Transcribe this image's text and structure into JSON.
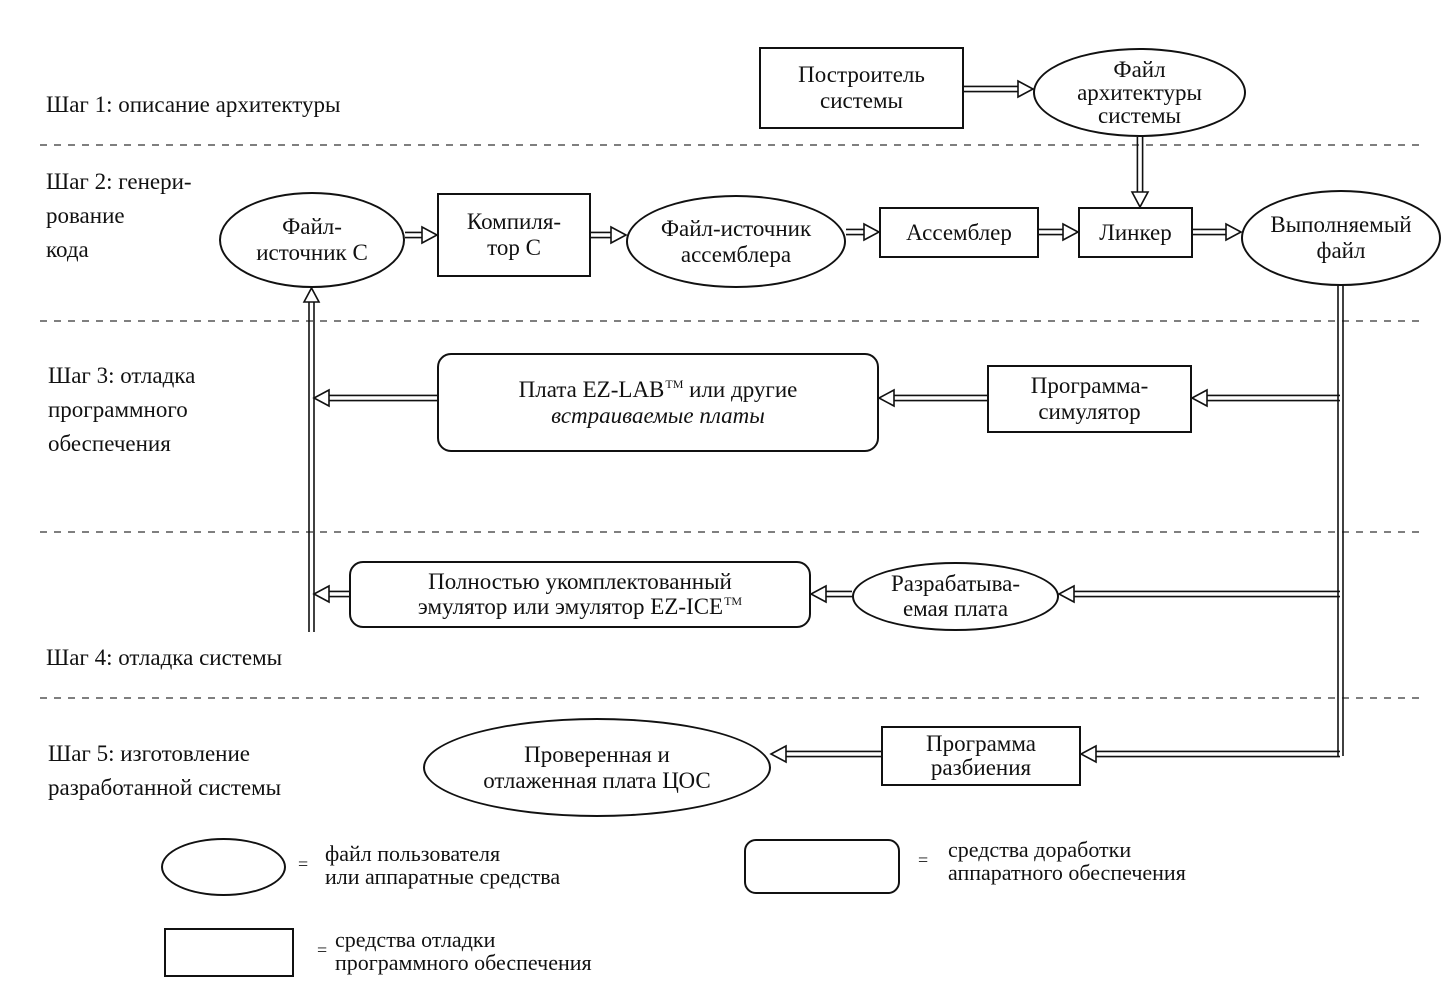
{
  "steps": {
    "step1": "Шаг 1: описание архитектуры",
    "step2_l1": "Шаг 2: генери-",
    "step2_l2": "рование",
    "step2_l3": "кода",
    "step3_l1": "Шаг 3: отладка",
    "step3_l2": "программного",
    "step3_l3": "обеспечения",
    "step4": "Шаг 4: отладка системы",
    "step5_l1": "Шаг 5: изготовление",
    "step5_l2": "разработанной системы"
  },
  "nodes": {
    "system_builder": [
      "Построитель",
      "системы"
    ],
    "arch_file": [
      "Файл",
      "архитектуры",
      "системы"
    ],
    "c_source": [
      "Файл-",
      "источник С"
    ],
    "c_compiler": [
      "Компиля-",
      "тор С"
    ],
    "asm_source": [
      "Файл-источник",
      "ассемблера"
    ],
    "assembler": "Ассемблер",
    "linker": "Линкер",
    "executable": [
      "Выполняемый",
      "файл"
    ],
    "ezlab_board_l1": "Плата EZ-LAB",
    "ezlab_board_l1_tail": " или другие",
    "ezlab_board_l2": "встраиваемые платы",
    "simulator": [
      "Программа-",
      "симулятор"
    ],
    "emulator_l1": "Полностью укомплектованный",
    "emulator_l2": "эмулятор или эмулятор EZ-ICE",
    "target_board": [
      "Разрабатыва-",
      "емая плата"
    ],
    "splitter": [
      "Программа",
      "разбиения"
    ],
    "dsp_board": [
      "Проверенная и",
      "отлаженная плата ЦОС"
    ],
    "tm": "TM"
  },
  "legend": {
    "ellipse_eq": "=",
    "ellipse_text": [
      "файл пользователя",
      "или аппаратные средства"
    ],
    "rounded_eq": "=",
    "rounded_text": [
      "средства доработки",
      "аппаратного обеспечения"
    ],
    "rect_eq": "=",
    "rect_text": [
      "средства отладки",
      "программного обеспечения"
    ]
  }
}
